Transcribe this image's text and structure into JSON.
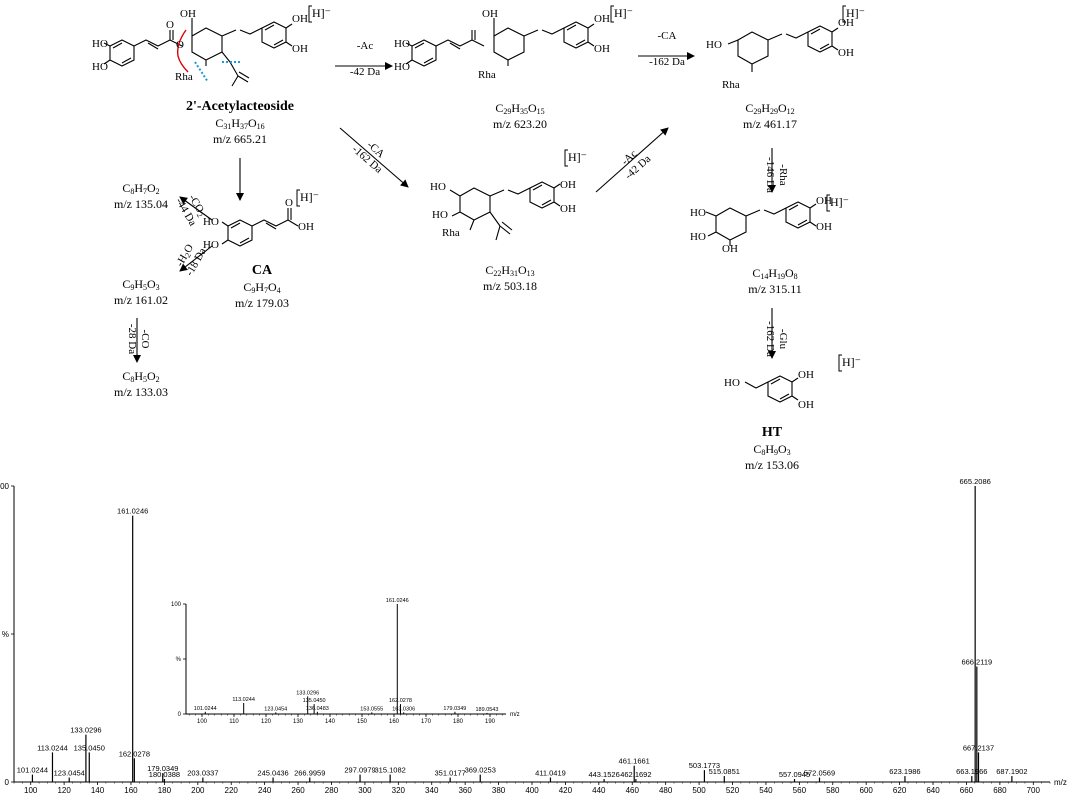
{
  "scheme": {
    "ion_marker": "H]⁻",
    "compounds": [
      {
        "id": "parent",
        "name": "2'-Acetylacteoside",
        "formula": "C31H37O16",
        "mz": "m/z 665.21"
      },
      {
        "id": "c623",
        "name": "",
        "formula": "C29H35O15",
        "mz": "m/z 623.20"
      },
      {
        "id": "c461",
        "name": "",
        "formula": "C29H29O12",
        "mz": "m/z 461.17"
      },
      {
        "id": "c503",
        "name": "",
        "formula": "C22H31O13",
        "mz": "m/z 503.18"
      },
      {
        "id": "ca",
        "name": "CA",
        "formula": "C9H7O4",
        "mz": "m/z 179.03"
      },
      {
        "id": "c135",
        "name": "",
        "formula": "C8H7O2",
        "mz": "m/z 135.04"
      },
      {
        "id": "c161",
        "name": "",
        "formula": "C9H5O3",
        "mz": "m/z 161.02"
      },
      {
        "id": "c133",
        "name": "",
        "formula": "C8H5O2",
        "mz": "m/z 133.03"
      },
      {
        "id": "c315",
        "name": "",
        "formula": "C14H19O8",
        "mz": "m/z 315.11"
      },
      {
        "id": "ht",
        "name": "HT",
        "formula": "C8H9O3",
        "mz": "m/z 153.06"
      }
    ],
    "steps": [
      {
        "id": "s1",
        "loss": "-Ac",
        "delta": "-42 Da"
      },
      {
        "id": "s2",
        "loss": "-CA",
        "delta": "-162 Da"
      },
      {
        "id": "s3",
        "loss": "-CA",
        "delta": "-162 Da"
      },
      {
        "id": "s4",
        "loss": "-Ac",
        "delta": "-42 Da"
      },
      {
        "id": "s5",
        "loss": "-Rha",
        "delta": "-146 Da"
      },
      {
        "id": "s6",
        "loss": "-Glu",
        "delta": "-162 Da"
      },
      {
        "id": "s7",
        "loss": "-CO2",
        "delta": "-44 Da"
      },
      {
        "id": "s8",
        "loss": "-H2O",
        "delta": "-18 Da"
      },
      {
        "id": "s9",
        "loss": "-CO",
        "delta": "-28 Da"
      }
    ],
    "structure_labels": {
      "rha": "Rha",
      "ho": "HO",
      "oh": "OH",
      "o": "O"
    }
  },
  "chart_data": [
    {
      "type": "bar",
      "title": "",
      "xlabel": "m/z",
      "ylabel": "",
      "xlim": [
        90,
        710
      ],
      "ylim": [
        0,
        100
      ],
      "x_ticks": [
        100,
        120,
        140,
        160,
        180,
        200,
        220,
        240,
        260,
        280,
        300,
        320,
        340,
        360,
        380,
        400,
        420,
        440,
        460,
        480,
        500,
        520,
        540,
        560,
        580,
        600,
        620,
        640,
        660,
        680,
        700
      ],
      "y_ticks": [
        0,
        50,
        100
      ],
      "y_tick_labels": [
        "0",
        "%",
        "100"
      ],
      "peaks": [
        {
          "mz": 101.0244,
          "intensity": 2.5,
          "label": "101.0244"
        },
        {
          "mz": 113.0244,
          "intensity": 10,
          "label": "113.0244"
        },
        {
          "mz": 123.0454,
          "intensity": 1.5,
          "label": "123.0454"
        },
        {
          "mz": 133.0296,
          "intensity": 16,
          "label": "133.0296"
        },
        {
          "mz": 135.045,
          "intensity": 10,
          "label": "135.0450"
        },
        {
          "mz": 161.0246,
          "intensity": 90,
          "label": "161.0246"
        },
        {
          "mz": 162.0278,
          "intensity": 8,
          "label": "162.0278"
        },
        {
          "mz": 179.0349,
          "intensity": 3,
          "label": "179.0349"
        },
        {
          "mz": 180.0388,
          "intensity": 1,
          "label": "180.0388"
        },
        {
          "mz": 203.0337,
          "intensity": 1.5,
          "label": "203.0337"
        },
        {
          "mz": 245.0436,
          "intensity": 1.5,
          "label": "245.0436"
        },
        {
          "mz": 266.9959,
          "intensity": 1.5,
          "label": "266.9959"
        },
        {
          "mz": 297.0979,
          "intensity": 2.5,
          "label": "297.0979"
        },
        {
          "mz": 315.1082,
          "intensity": 2.5,
          "label": "315.1082"
        },
        {
          "mz": 351.0177,
          "intensity": 1.5,
          "label": "351.0177"
        },
        {
          "mz": 369.0253,
          "intensity": 2.5,
          "label": "369.0253"
        },
        {
          "mz": 411.0419,
          "intensity": 1.5,
          "label": "411.0419"
        },
        {
          "mz": 443.1526,
          "intensity": 1,
          "label": "443.1526"
        },
        {
          "mz": 461.1661,
          "intensity": 5.5,
          "label": "461.1661"
        },
        {
          "mz": 462.1692,
          "intensity": 1,
          "label": "462.1692"
        },
        {
          "mz": 503.1773,
          "intensity": 4,
          "label": "503.1773"
        },
        {
          "mz": 515.0851,
          "intensity": 2,
          "label": "515.0851"
        },
        {
          "mz": 557.0945,
          "intensity": 1,
          "label": "557.0945"
        },
        {
          "mz": 572.0569,
          "intensity": 1.5,
          "label": "572.0569"
        },
        {
          "mz": 623.1986,
          "intensity": 2,
          "label": "623.1986"
        },
        {
          "mz": 663.1966,
          "intensity": 2,
          "label": "663.1966"
        },
        {
          "mz": 665.2086,
          "intensity": 100,
          "label": "665.2086"
        },
        {
          "mz": 666.2119,
          "intensity": 39,
          "label": "666.2119"
        },
        {
          "mz": 667.2137,
          "intensity": 10,
          "label": "667.2137"
        },
        {
          "mz": 687.1902,
          "intensity": 2,
          "label": "687.1902"
        }
      ]
    },
    {
      "type": "bar",
      "title": "",
      "xlabel": "m/z",
      "ylabel": "",
      "xlim": [
        95,
        195
      ],
      "ylim": [
        0,
        100
      ],
      "x_ticks": [
        100,
        110,
        120,
        130,
        140,
        150,
        160,
        170,
        180,
        190
      ],
      "y_ticks": [
        0,
        50,
        100
      ],
      "y_tick_labels": [
        "0",
        "%",
        "100"
      ],
      "peaks": [
        {
          "mz": 101.0244,
          "intensity": 2,
          "label": "101.0244"
        },
        {
          "mz": 113.0244,
          "intensity": 10,
          "label": "113.0244"
        },
        {
          "mz": 123.0454,
          "intensity": 1.5,
          "label": "123.0454"
        },
        {
          "mz": 133.0296,
          "intensity": 16,
          "label": "133.0296"
        },
        {
          "mz": 135.045,
          "intensity": 9,
          "label": "135.0450"
        },
        {
          "mz": 136.0483,
          "intensity": 2,
          "label": "136.0483"
        },
        {
          "mz": 153.0555,
          "intensity": 1.5,
          "label": "153.0555"
        },
        {
          "mz": 161.0246,
          "intensity": 100,
          "label": "161.0246"
        },
        {
          "mz": 162.0278,
          "intensity": 9,
          "label": "162.0278"
        },
        {
          "mz": 163.0306,
          "intensity": 1.5,
          "label": "163.0306"
        },
        {
          "mz": 179.0349,
          "intensity": 2,
          "label": "179.0349"
        },
        {
          "mz": 189.0543,
          "intensity": 1,
          "label": "189.0543"
        }
      ]
    }
  ]
}
